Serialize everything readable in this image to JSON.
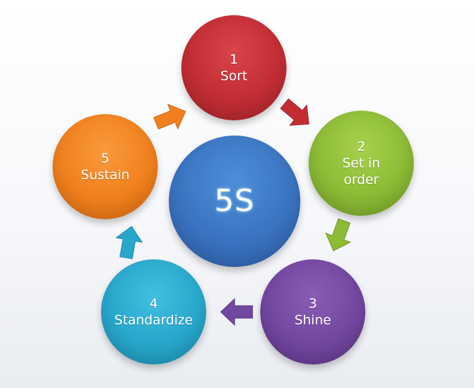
{
  "center": {
    "label": "5S"
  },
  "steps": [
    {
      "number": "1",
      "label": "Sort",
      "color": "#c22d34"
    },
    {
      "number": "2",
      "label": "Set in order",
      "color": "#8cbb35"
    },
    {
      "number": "3",
      "label": "Shine",
      "color": "#7247a0"
    },
    {
      "number": "4",
      "label": "Standardize",
      "color": "#28a7cc"
    },
    {
      "number": "5",
      "label": "Sustain",
      "color": "#f0801d"
    }
  ],
  "center_color": "#3a73c0",
  "arrows": [
    {
      "icon": "arrow-icon",
      "from": "1",
      "to": "2"
    },
    {
      "icon": "arrow-icon",
      "from": "2",
      "to": "3"
    },
    {
      "icon": "arrow-icon",
      "from": "3",
      "to": "4"
    },
    {
      "icon": "arrow-icon",
      "from": "4",
      "to": "5"
    },
    {
      "icon": "arrow-icon",
      "from": "5",
      "to": "1"
    }
  ]
}
